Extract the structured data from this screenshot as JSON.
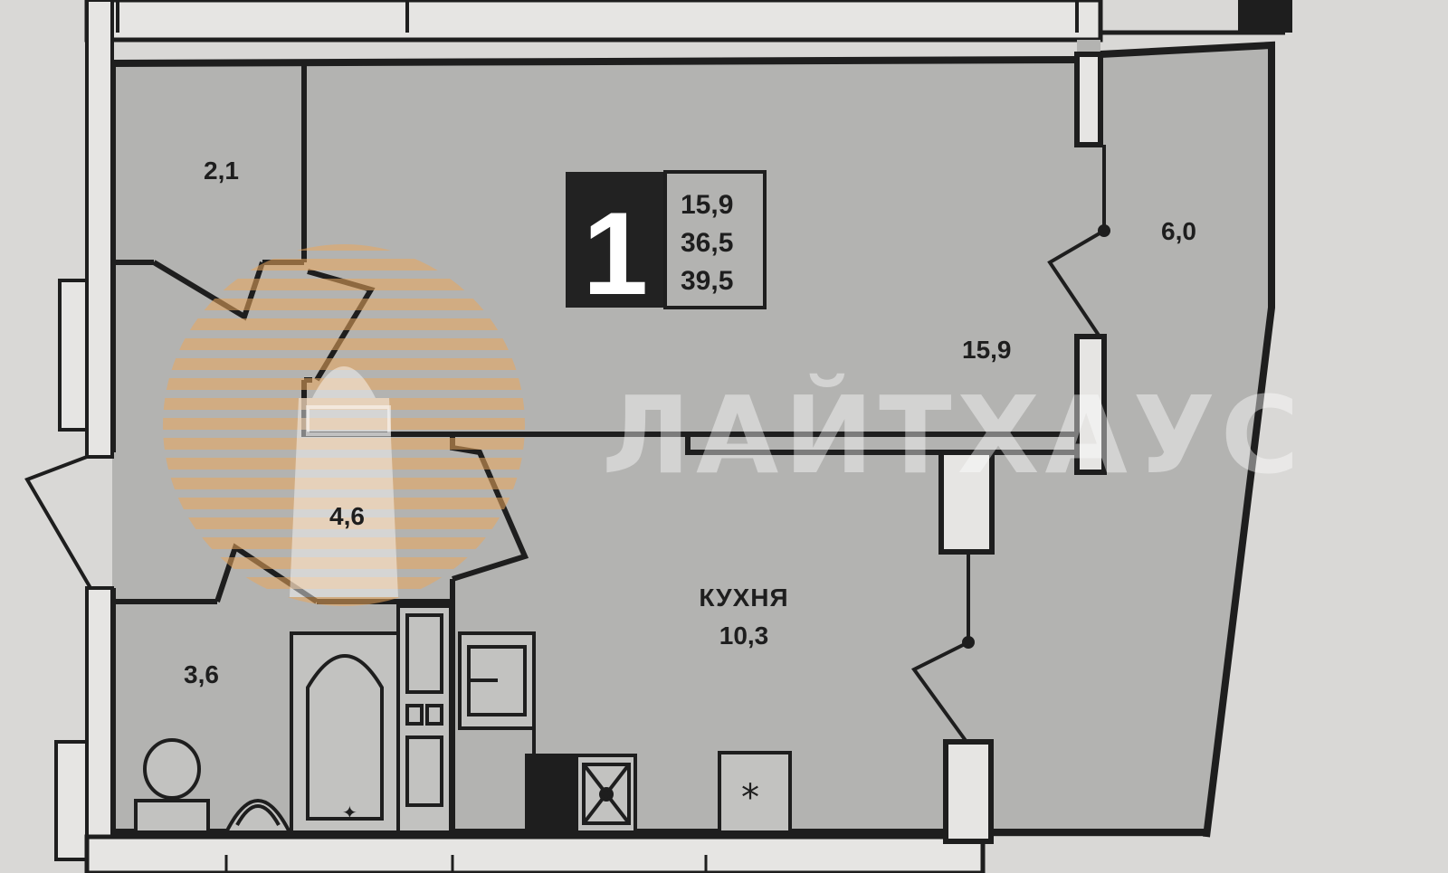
{
  "plan": {
    "rooms_count": "1",
    "area_summary": [
      "15,9",
      "36,5",
      "39,5"
    ],
    "rooms": [
      {
        "id": "storage",
        "area": "2,1"
      },
      {
        "id": "hallway",
        "area": "4,6"
      },
      {
        "id": "bathroom",
        "area": "3,6"
      },
      {
        "id": "living-room",
        "area": "15,9"
      },
      {
        "id": "balcony",
        "area": "6,0"
      },
      {
        "id": "kitchen",
        "label": "КУХНЯ",
        "area": "10,3"
      }
    ]
  },
  "watermark": {
    "text": "ЛАЙТХАУС"
  },
  "colors": {
    "background": "#d9d8d6",
    "room_fill": "#b3b3b1",
    "wall": "#1e1e1e",
    "badge_dark": "#222222",
    "logo_orange": "#e8a55a"
  }
}
